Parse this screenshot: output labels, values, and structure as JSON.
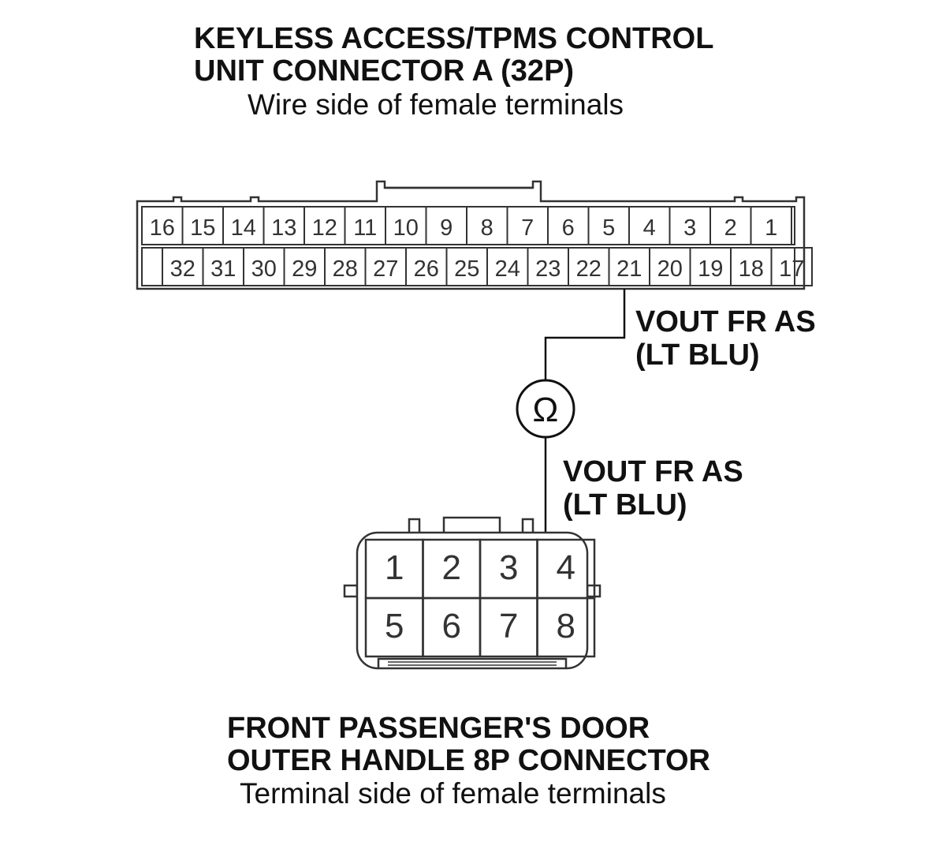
{
  "connector_a": {
    "title_line1": "KEYLESS ACCESS/TPMS CONTROL",
    "title_line2": "UNIT CONNECTOR A (32P)",
    "subtitle": "Wire side of female terminals",
    "top_row": [
      "16",
      "15",
      "14",
      "13",
      "12",
      "11",
      "10",
      "9",
      "8",
      "7",
      "6",
      "5",
      "4",
      "3",
      "2",
      "1"
    ],
    "bottom_row": [
      "32",
      "31",
      "30",
      "29",
      "28",
      "27",
      "26",
      "25",
      "24",
      "23",
      "22",
      "21",
      "20",
      "19",
      "18",
      "17"
    ],
    "probe_terminal": "21"
  },
  "wire_upper": {
    "line1": "VOUT FR AS",
    "line2": "(LT BLU)"
  },
  "meter": {
    "symbol": "Ω",
    "icon": "ohmmeter-icon"
  },
  "wire_lower": {
    "line1": "VOUT FR AS",
    "line2": "(LT BLU)"
  },
  "connector_b": {
    "title_line1": "FRONT PASSENGER'S DOOR",
    "title_line2": "OUTER HANDLE 8P CONNECTOR",
    "subtitle": "Terminal side of female terminals",
    "top_row": [
      "1",
      "2",
      "3",
      "4"
    ],
    "bottom_row": [
      "5",
      "6",
      "7",
      "8"
    ],
    "probe_terminal": "4"
  }
}
